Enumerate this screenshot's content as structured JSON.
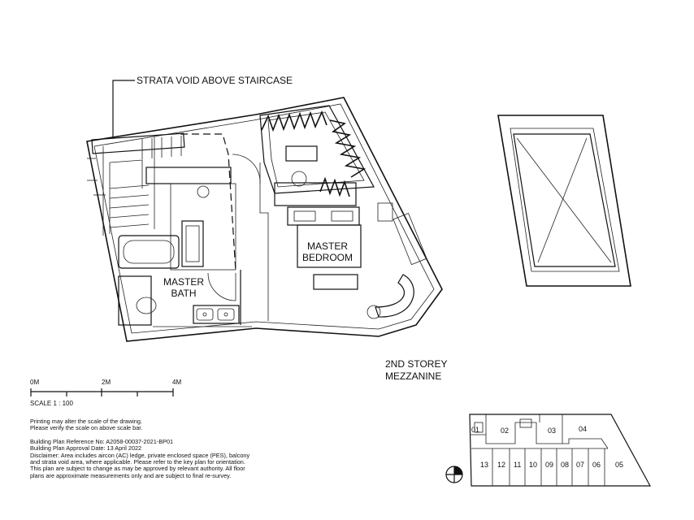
{
  "drawing": {
    "callout": "STRATA VOID ABOVE STAIRCASE",
    "rooms": {
      "bedroom_line1": "MASTER",
      "bedroom_line2": "BEDROOM",
      "bath_line1": "MASTER",
      "bath_line2": "BATH"
    },
    "storey_line1": "2ND STOREY",
    "storey_line2": "MEZZANINE"
  },
  "scale_bar": {
    "tick_labels": [
      "0M",
      "2M",
      "4M"
    ],
    "scale_text": "SCALE 1 : 100"
  },
  "notes": {
    "print_note_1": "Printing may alter the scale of the drawing.",
    "print_note_2": "Please verify the scale on above scale bar.",
    "plan_ref": "Building Plan Reference No: A2058-00037-2021-BP01",
    "approval_date": "Building Plan Approval Date: 13 April 2022",
    "disclaimer_1": "Disclaimer: Area includes aircon (AC) ledge, private enclosed space (PES), balcony",
    "disclaimer_2": "and strata void area, where applicable. Please refer to the key plan for orientation.",
    "disclaimer_3": "This plan are subject to change as may be approved by relevant authority. All floor",
    "disclaimer_4": "plans are approximate measurements only and are subject to final re-survey."
  },
  "key_plan": {
    "units_top": [
      "01",
      "02",
      "03",
      "04"
    ],
    "units_bottom": [
      "13",
      "12",
      "11",
      "10",
      "09",
      "08",
      "07",
      "06",
      "05"
    ],
    "north_icon": "north-compass-icon"
  }
}
